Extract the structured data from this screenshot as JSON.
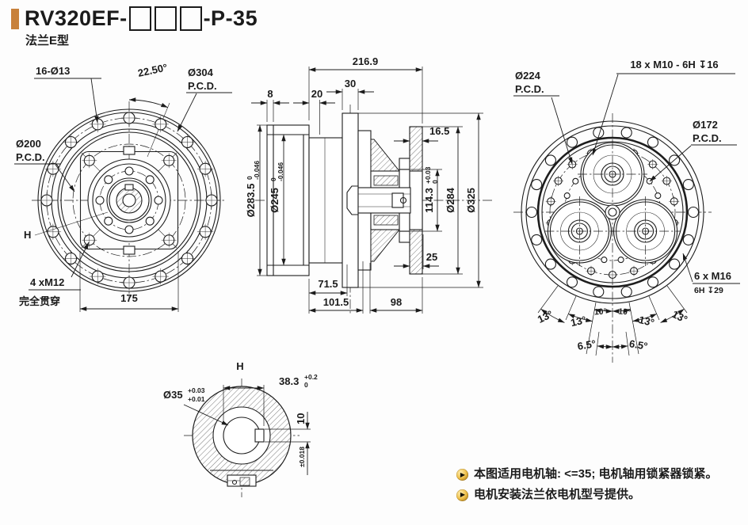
{
  "header": {
    "title_prefix": "RV320EF-",
    "title_suffix": "-P-35",
    "subtitle": "法兰E型"
  },
  "left_view": {
    "holes_label": "16-Ø13",
    "angle_label": "22.50°",
    "pcd304": "Ø304",
    "pcd304_sub": "P.C.D.",
    "pcd200": "Ø200",
    "pcd200_sub": "P.C.D.",
    "section_label": "H",
    "tapped_label": "4 xM12",
    "tapped_note": "完全贯穿",
    "dim_175": "175"
  },
  "section_view": {
    "dim_216_9": "216.9",
    "dim_30": "30",
    "dim_8": "8",
    "dim_20": "20",
    "dim_16_5": "16.5",
    "dia_283_5": "Ø283.5",
    "dia_283_5_tol_hi": "0",
    "dia_283_5_tol_lo": "-0.046",
    "dia_245": "Ø245",
    "dia_245_tol_hi": "0",
    "dia_245_tol_lo": "-0.046",
    "dim_114_3": "114.3",
    "dim_114_3_tol_hi": "+0.03",
    "dim_114_3_tol_lo": "0",
    "dia_284": "Ø284",
    "dia_325": "Ø325",
    "dim_25": "25",
    "dim_71_5": "71.5",
    "dim_101_5": "101.5",
    "dim_98": "98"
  },
  "right_view": {
    "thread18_label": "18 x M10 - 6H ↧16",
    "pcd224": "Ø224",
    "pcd224_sub": "P.C.D.",
    "pcd172": "Ø172",
    "pcd172_sub": "P.C.D.",
    "thread6_label": "6 x M16",
    "thread6_sub": "6H ↧29",
    "angles": [
      "13°",
      "13°",
      "10°",
      "10°",
      "13°",
      "13°",
      "6.5°",
      "6.5°"
    ]
  },
  "detail_view": {
    "title": "H",
    "bore_dia": "Ø35",
    "bore_tol_hi": "+0.03",
    "bore_tol_lo": "+0.01",
    "key_dim": "38.3",
    "key_tol_hi": "+0.2",
    "key_tol_lo": "0",
    "key_width": "10",
    "key_width_tol": "±0.018"
  },
  "notes": {
    "bullet_icon": "▶",
    "items": [
      "本图适用电机轴: <=35; 电机轴用锁紧器锁紧。",
      "电机安装法兰依电机型号提供。"
    ]
  }
}
